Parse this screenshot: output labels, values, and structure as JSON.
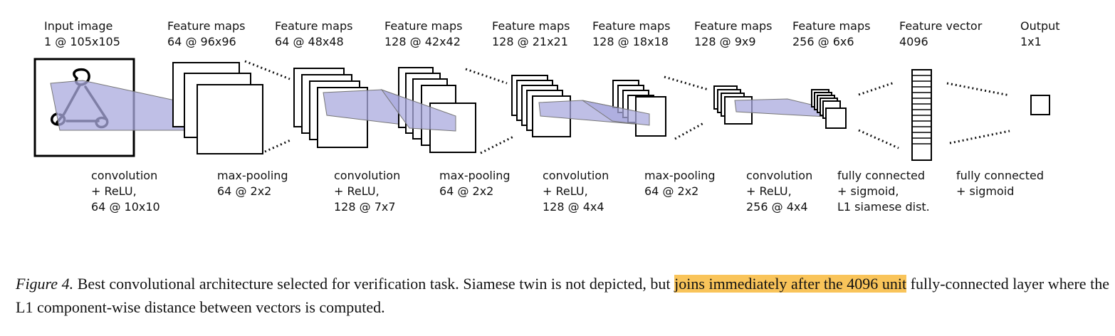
{
  "figure": {
    "top_labels": [
      {
        "line1": "Input image",
        "line2": "1 @ 105x105"
      },
      {
        "line1": "Feature maps",
        "line2": "64 @ 96x96"
      },
      {
        "line1": "Feature maps",
        "line2": "64 @ 48x48"
      },
      {
        "line1": "Feature maps",
        "line2": "128 @ 42x42"
      },
      {
        "line1": "Feature maps",
        "line2": "128 @ 21x21"
      },
      {
        "line1": "Feature maps",
        "line2": "128 @ 18x18"
      },
      {
        "line1": "Feature maps",
        "line2": "128 @ 9x9"
      },
      {
        "line1": "Feature maps",
        "line2": "256 @ 6x6"
      },
      {
        "line1": "Feature vector",
        "line2": "4096"
      },
      {
        "line1": "Output",
        "line2": "1x1"
      }
    ],
    "bottom_labels": [
      {
        "line1": "convolution",
        "line2": "+ ReLU,",
        "line3": "64 @ 10x10"
      },
      {
        "line1": "max-pooling",
        "line2": "64 @ 2x2",
        "line3": ""
      },
      {
        "line1": "convolution",
        "line2": "+ ReLU,",
        "line3": "128 @ 7x7"
      },
      {
        "line1": "max-pooling",
        "line2": "64 @ 2x2",
        "line3": ""
      },
      {
        "line1": "convolution",
        "line2": "+ ReLU,",
        "line3": "128 @ 4x4"
      },
      {
        "line1": "max-pooling",
        "line2": "64 @ 2x2",
        "line3": ""
      },
      {
        "line1": "convolution",
        "line2": "+ ReLU,",
        "line3": "256 @ 4x4"
      },
      {
        "line1": "fully connected",
        "line2": "+ sigmoid,",
        "line3": "L1 siamese dist."
      },
      {
        "line1": "fully connected",
        "line2": "+ sigmoid",
        "line3": ""
      }
    ]
  },
  "caption": {
    "label": "Figure 4.",
    "text_before": " Best convolutional architecture selected for verification task.  Siamese twin is not depicted, but ",
    "highlight": "joins immediately after the 4096 unit",
    "text_after": " fully-connected layer where the L1 component-wise distance between vectors is computed."
  },
  "colors": {
    "conv_kernel_fill": "#aaaadd",
    "caption_highlight": "#f9c45a"
  }
}
